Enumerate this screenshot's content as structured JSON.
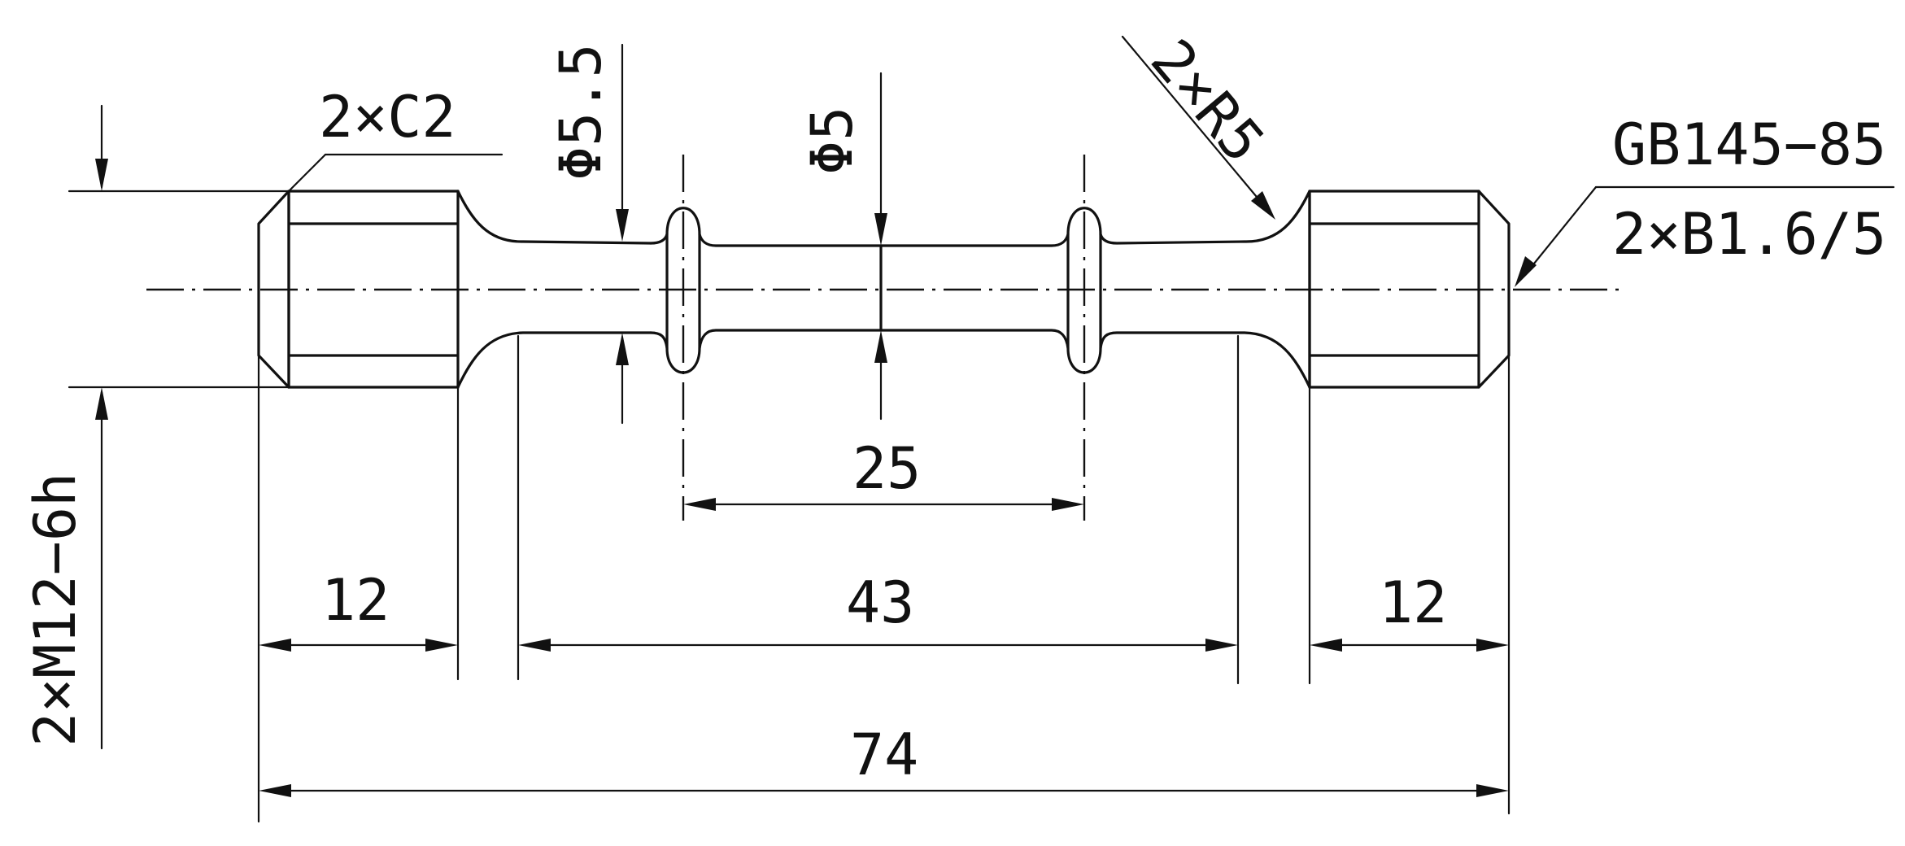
{
  "dimensions": {
    "overall_length": "74",
    "thread_length_left": "12",
    "thread_length_right": "12",
    "neck_length": "43",
    "gauge_length": "25",
    "gauge_diameter": "Φ5",
    "neck_diameter": "Φ5.5"
  },
  "annotations": {
    "chamfer": "2×C2",
    "fillet": "2×R5",
    "thread": "2×M12−6h",
    "center_hole_standard": "GB145−85",
    "center_hole_spec": "2×B1.6/5"
  },
  "colors": {
    "line": "#111111",
    "background": "#ffffff"
  }
}
